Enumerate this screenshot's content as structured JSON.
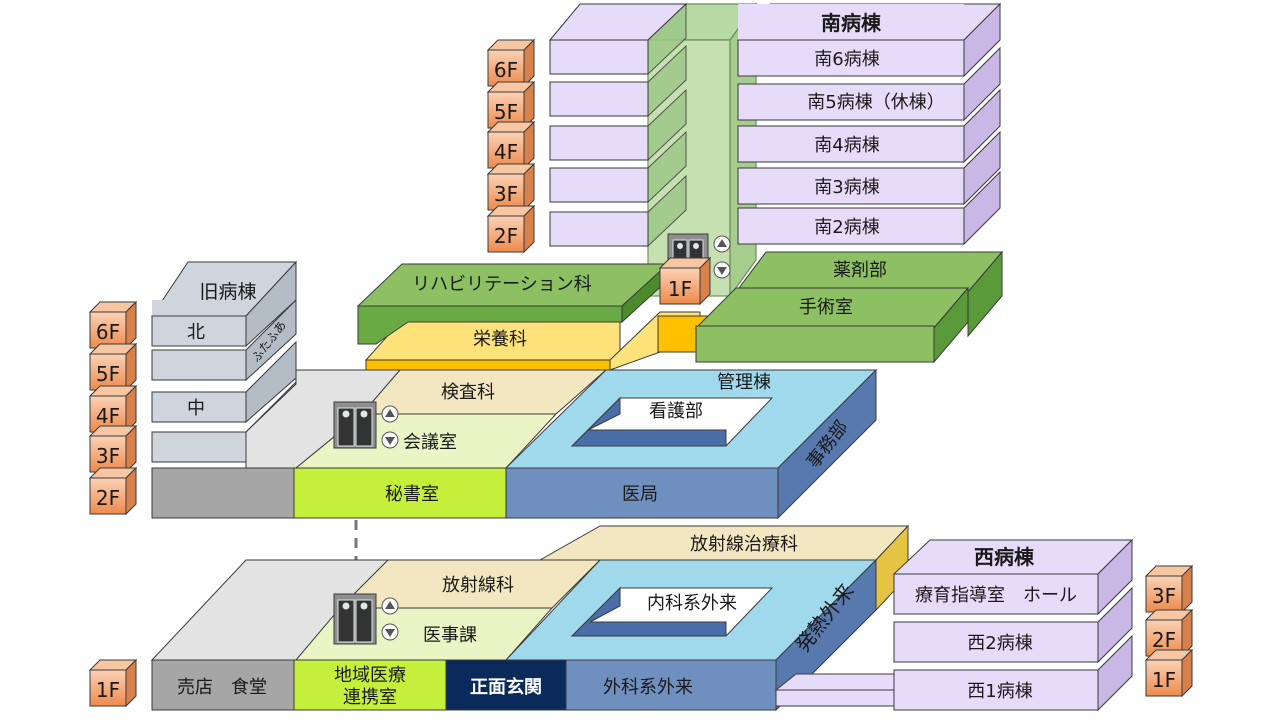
{
  "colors": {
    "lavender": "#e6dcfa",
    "lavender_side": "#c9b7e6",
    "green": "#8cc063",
    "green_dark": "#5a9a38",
    "yellow": "#ffe37a",
    "orange_yellow": "#ffc000",
    "lime_light": "#eaf4c4",
    "lime": "#c6ef3c",
    "tan": "#f2e7c0",
    "gray": "#a6a6a6",
    "gray_light": "#e3e3e3",
    "sky": "#9fd9eb",
    "steel": "#6f8fbf",
    "navy": "#0b2a5c",
    "floor_tag": "#f4a46e"
  },
  "south": {
    "title": "南病棟",
    "floors": [
      "南6病棟",
      "南5病棟（休棟）",
      "南4病棟",
      "南3病棟",
      "南2病棟"
    ],
    "floor_tags": [
      "6F",
      "5F",
      "4F",
      "3F",
      "2F"
    ],
    "elevator_floor": "1F"
  },
  "upper_wings": {
    "rehab": "リハビリテーション科",
    "pharmacy": "薬剤部",
    "surgery": "手術室",
    "nutrition": "栄養科"
  },
  "old_building": {
    "title": "旧病棟",
    "floors": [
      "北",
      "",
      "中",
      ""
    ],
    "side_label": "ふたふあ",
    "floor_tags": [
      "6F",
      "5F",
      "4F",
      "3F",
      "2F"
    ]
  },
  "floor2": {
    "lab": "検査科",
    "meeting": "会議室",
    "secretary": "秘書室",
    "admin_title": "管理棟",
    "nursing": "看護部",
    "medical_office": "医局",
    "clerical": "事務部"
  },
  "floor1": {
    "radiotherapy": "放射線治療科",
    "radiology": "放射線科",
    "records": "医事課",
    "shop": "売店　食堂",
    "regional": [
      "地域医療",
      "連携室"
    ],
    "entrance": "正面玄関",
    "internal_out": "内科系外来",
    "surgical_out": "外科系外来",
    "fever_out": "発熱外来",
    "floor_tag": "1F"
  },
  "west": {
    "title": "西病棟",
    "floors": [
      "療育指導室　ホール",
      "西2病棟",
      "西1病棟"
    ],
    "floor_tags": [
      "3F",
      "2F",
      "1F"
    ]
  }
}
